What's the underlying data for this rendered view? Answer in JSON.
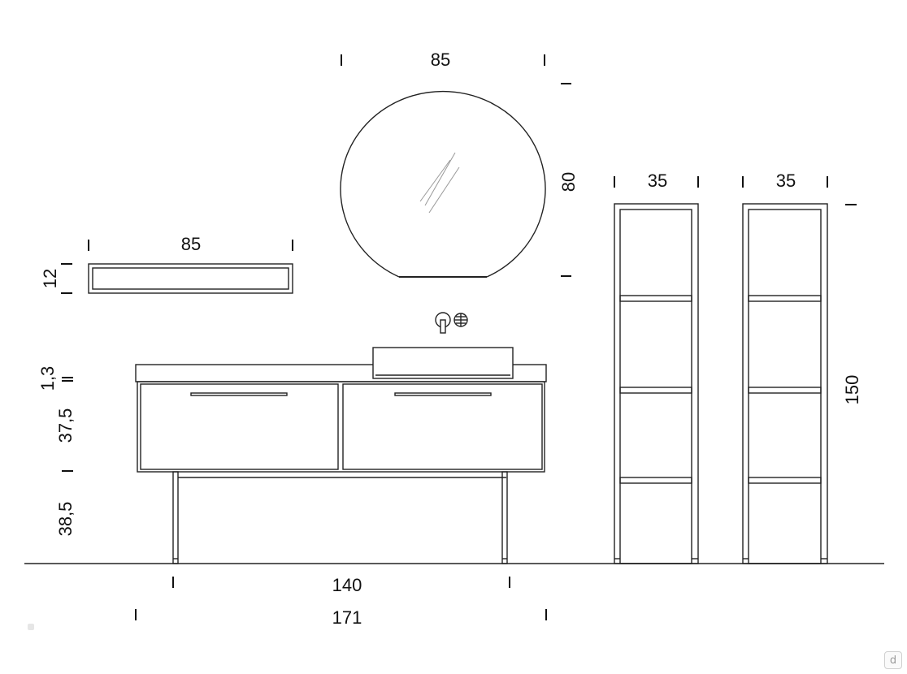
{
  "dimensions": {
    "shelf_width": "85",
    "shelf_height": "12",
    "mirror_width": "85",
    "mirror_height": "80",
    "ladder1_width": "35",
    "ladder2_width": "35",
    "ladder_height": "150",
    "top_thickness": "1,3",
    "drawer_height": "37,5",
    "leg_height": "38,5",
    "legs_span": "140",
    "total_width": "171"
  },
  "brand_badge": "d",
  "colors": {
    "line": "#222222",
    "background": "#ffffff",
    "badge": "#9a9a9a"
  }
}
